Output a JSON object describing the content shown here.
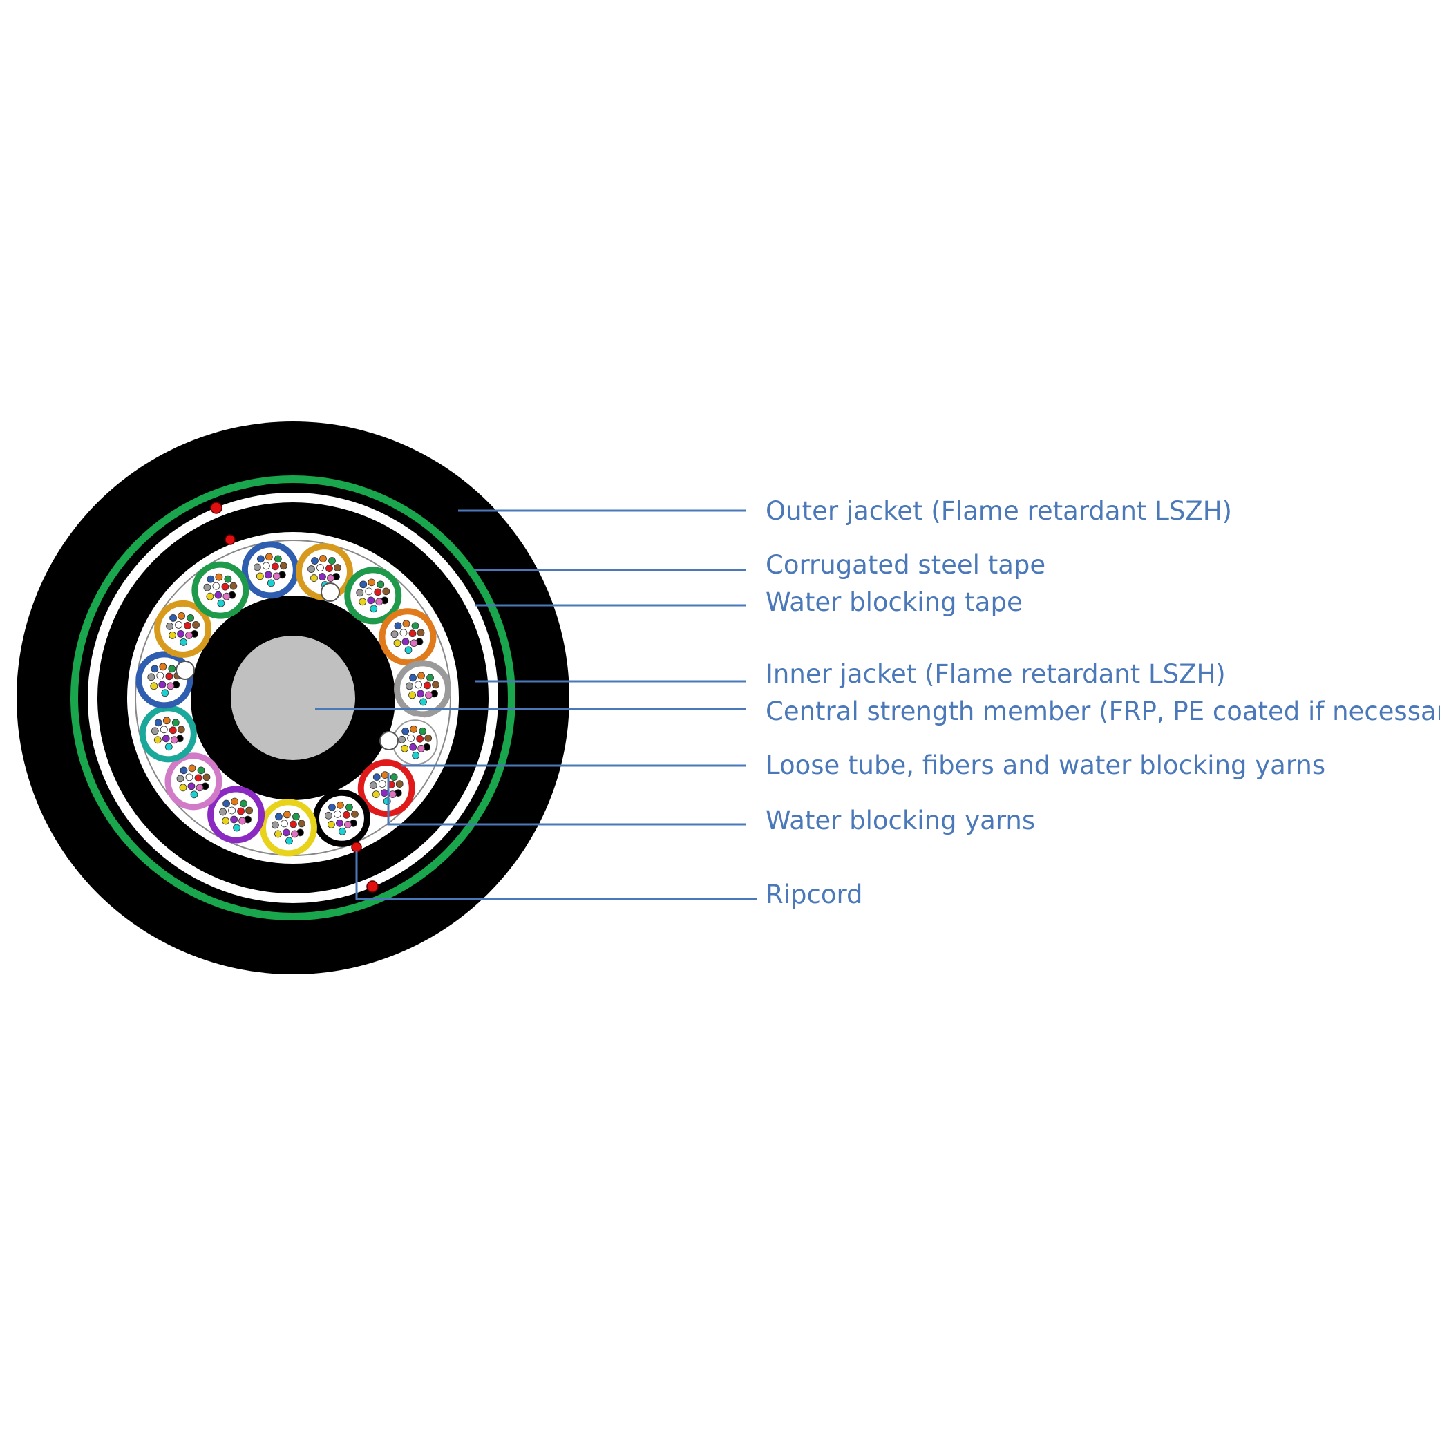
{
  "colors": {
    "jacket": "#000000",
    "steel_tape": "#1aa64c",
    "water_blocking_tape": "#ffffff",
    "core_fill": "#ffffff",
    "central_member": "#c0c0c0",
    "ripcord": "#e01010",
    "leader_line": "#4a78b8",
    "label_text": "#4a78b8"
  },
  "labels": [
    "Outer jacket (Flame retardant LSZH)",
    "Corrugated steel tape",
    "Water blocking tape",
    "Inner jacket (Flame retardant LSZH)",
    "Central strength member (FRP, PE coated if necessary)",
    "Loose tube, fibers and water blocking yarns",
    "Water blocking yarns",
    "Ripcord"
  ],
  "loose_tube_colors": [
    "#2f5db0",
    "#d89a1c",
    "#1f9a4a",
    "#e07a1a",
    "#9a9a9a",
    "#ffffff",
    "#e01a1a",
    "#000000",
    "#e8d21a",
    "#8a2ac0",
    "#d07ac8",
    "#1aa89a",
    "#2f5db0",
    "#d89a1c",
    "#1f9a4a"
  ],
  "fiber_colors": [
    "#2f5db0",
    "#e07a1a",
    "#1f9a4a",
    "#8a5a2a",
    "#9a9a9a",
    "#ffffff",
    "#e01a1a",
    "#000000",
    "#e8d21a",
    "#8a2ac0",
    "#e070c0",
    "#1ad0d0"
  ]
}
